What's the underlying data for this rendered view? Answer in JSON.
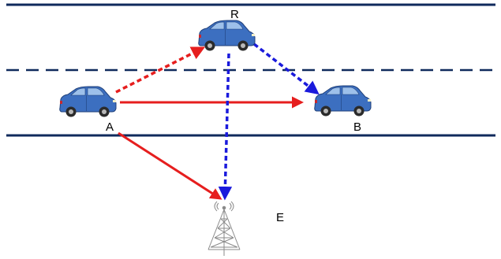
{
  "nodes": {
    "A": {
      "label": "A"
    },
    "R": {
      "label": "R"
    },
    "B": {
      "label": "B"
    },
    "E": {
      "label": "E"
    }
  },
  "colors": {
    "road": "#0f2a5c",
    "direct_link": "#e61e1e",
    "relay_first_hop": "#e61e1e",
    "relay_second_hop": "#1a1adc",
    "car_body": "#3c6fc0",
    "tower": "#8a8a8a"
  },
  "links": [
    {
      "from": "A",
      "to": "B",
      "style": "solid",
      "color_key": "direct_link"
    },
    {
      "from": "A",
      "to": "E",
      "style": "solid",
      "color_key": "direct_link"
    },
    {
      "from": "A",
      "to": "R",
      "style": "dashed",
      "color_key": "relay_first_hop"
    },
    {
      "from": "R",
      "to": "B",
      "style": "dashed",
      "color_key": "relay_second_hop"
    },
    {
      "from": "R",
      "to": "E",
      "style": "dashed",
      "color_key": "relay_second_hop"
    }
  ],
  "icons": {
    "vehicle": "car-icon",
    "base_station": "cell-tower-icon"
  }
}
